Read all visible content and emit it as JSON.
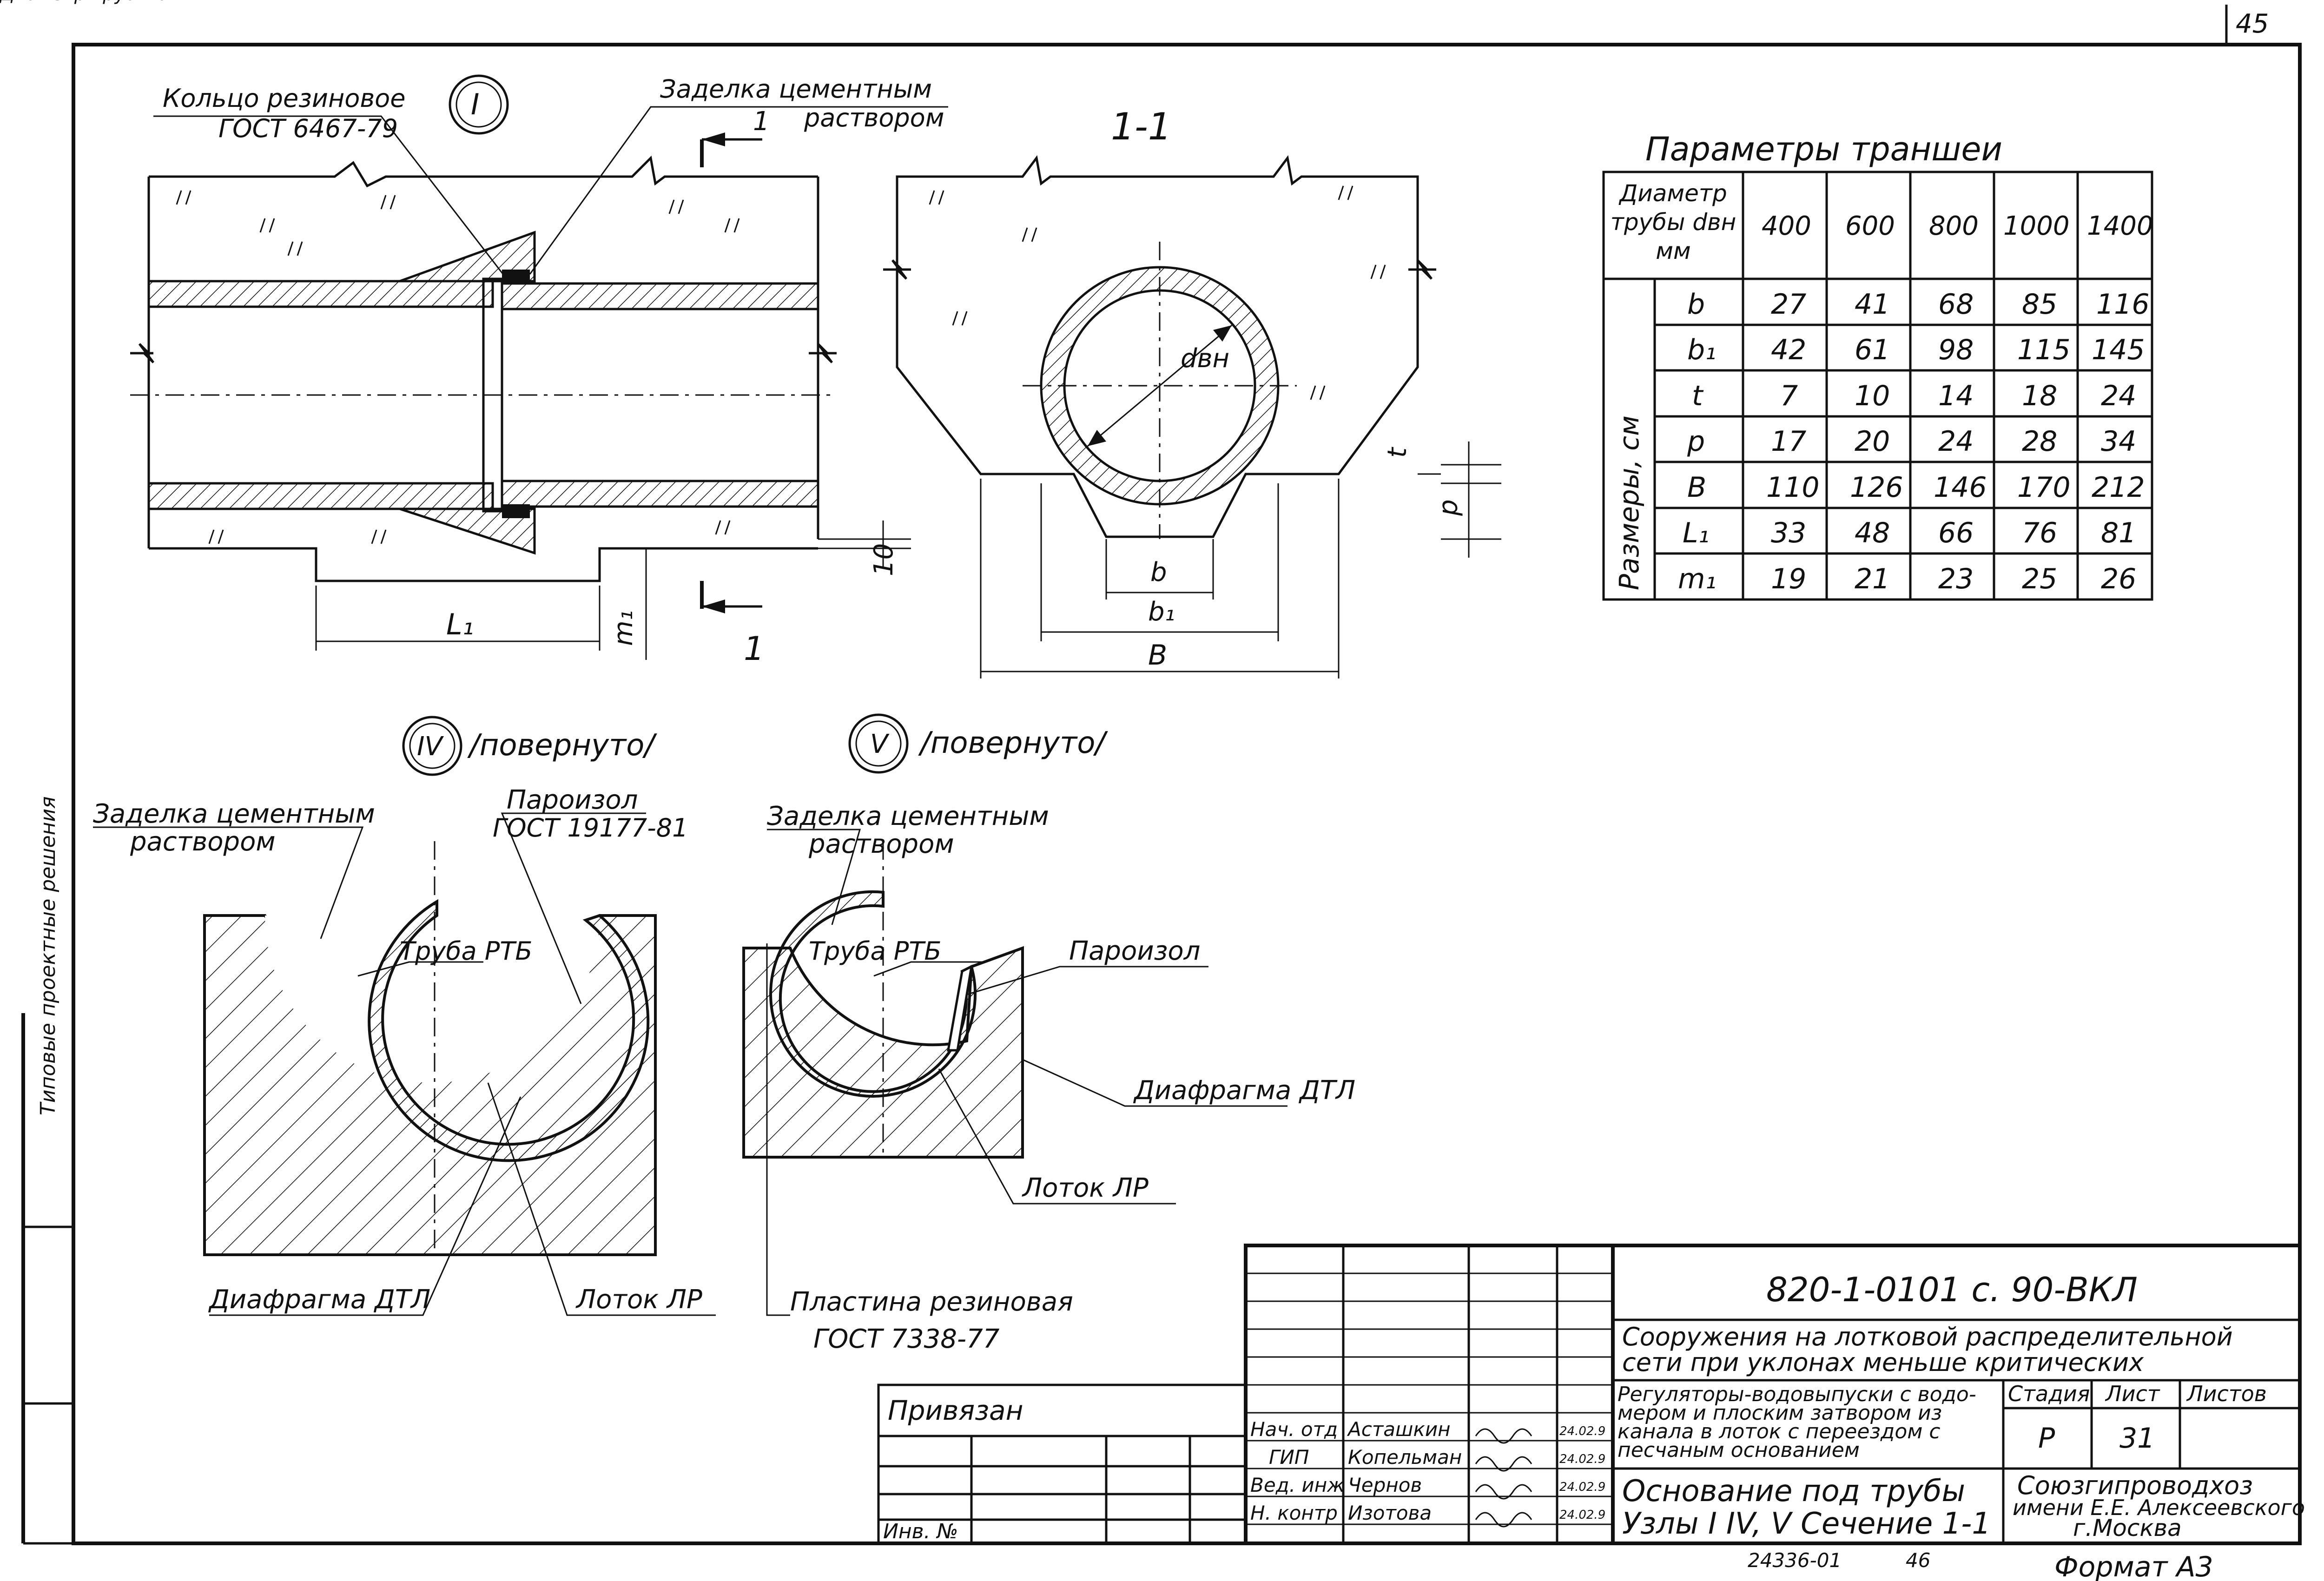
{
  "page_number": "45",
  "side_label": "Типовые проектные решения",
  "view_main": {
    "ring_label_1": "Кольцо резиновое",
    "ring_label_2": "ГОСТ 6467-79",
    "node_mark": "I",
    "seal_label_1": "Заделка цементным",
    "seal_label_2": "раствором",
    "cut_mark_top": "1",
    "cut_mark_bottom": "1",
    "dim_L1": "L₁",
    "dim_m1": "m₁",
    "dim_10": "10"
  },
  "section_1_1": {
    "title": "1-1",
    "d_label": "dвн",
    "dim_b": "b",
    "dim_b1": "b₁",
    "dim_B": "B",
    "dim_t": "t",
    "dim_p": "p"
  },
  "table": {
    "title": "Параметры траншеи",
    "header_row_label": "Диаметр трубы dвн мм",
    "diameters": [
      "400",
      "600",
      "800",
      "1000",
      "1400"
    ],
    "side_header": "Размеры, см",
    "rows": [
      {
        "param": "b",
        "values": [
          "27",
          "41",
          "68",
          "85",
          "116"
        ]
      },
      {
        "param": "b₁",
        "values": [
          "42",
          "61",
          "98",
          "115",
          "145"
        ]
      },
      {
        "param": "t",
        "values": [
          "7",
          "10",
          "14",
          "18",
          "24"
        ]
      },
      {
        "param": "p",
        "values": [
          "17",
          "20",
          "24",
          "28",
          "34"
        ]
      },
      {
        "param": "B",
        "values": [
          "110",
          "126",
          "146",
          "170",
          "212"
        ]
      },
      {
        "param": "L₁",
        "values": [
          "33",
          "48",
          "66",
          "76",
          "81"
        ]
      },
      {
        "param": "m₁",
        "values": [
          "19",
          "21",
          "23",
          "25",
          "26"
        ]
      }
    ]
  },
  "node_4": {
    "mark": "IV",
    "rotated": "/повернуто/",
    "seal_1": "Заделка цементным",
    "seal_2": "раствором",
    "vapor_1": "Пароизол",
    "vapor_2": "ГОСТ 19177-81",
    "pipe": "Труба РТБ",
    "diaphragm": "Диафрагма ДТЛ",
    "tray": "Лоток ЛР"
  },
  "node_5": {
    "mark": "V",
    "rotated": "/повернуто/",
    "seal_1": "Заделка цементным",
    "seal_2": "раствором",
    "pipe": "Труба РТБ",
    "vapor": "Пароизол",
    "diaphragm": "Диафрагма ДТЛ",
    "tray": "Лоток ЛР",
    "plate_1": "Пластина резиновая",
    "plate_2": "ГОСТ 7338-77"
  },
  "title_block": {
    "doc_code": "820-1-0101 с. 90-ВКЛ",
    "project_1": "Сооружения на лотковой распределительной",
    "project_2": "сети при уклонах меньше критических",
    "desc_1": "Регуляторы-водовыпуски с водо-",
    "desc_2": "мером и плоским затвором из",
    "desc_3": "канала в лоток с переездом с",
    "desc_4": "песчаным основанием",
    "stage_h": "Стадия",
    "sheet_h": "Лист",
    "sheets_h": "Листов",
    "stage_v": "Р",
    "sheet_v": "31",
    "sheet_title_1": "Основание под трубы",
    "sheet_title_2": "Узлы I IV, V  Сечение 1-1",
    "org_1": "Союзгипроводхоз",
    "org_2": "имени Е.Е. Алексеевского",
    "org_3": "г.Москва",
    "tied": "Привязан",
    "inv": "Инв. №",
    "signers": [
      {
        "role": "Нач. отд",
        "name": "Асташкин",
        "date": "24.02.9"
      },
      {
        "role": "ГИП",
        "name": "Копельман",
        "date": "24.02.9"
      },
      {
        "role": "Вед. инж",
        "name": "Чернов",
        "date": "24.02.9"
      },
      {
        "role": "Н. контр",
        "name": "Изотова",
        "date": "24.02.9"
      }
    ],
    "archive_no": "24336-01",
    "archive_sheet": "46",
    "format": "Формат А3"
  }
}
